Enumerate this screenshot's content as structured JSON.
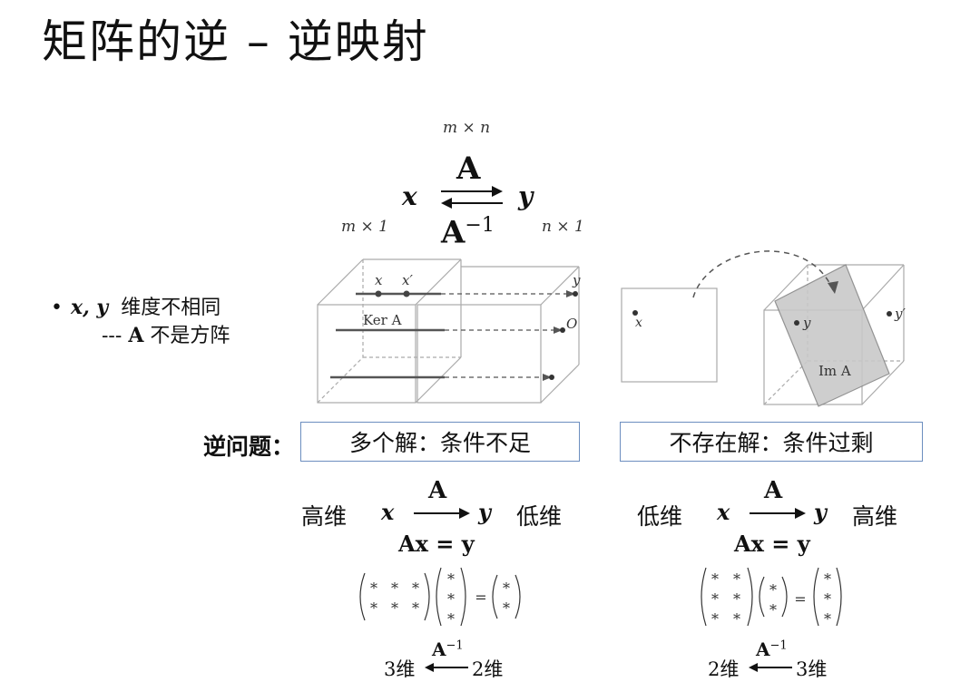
{
  "title": "矩阵的逆 – 逆映射",
  "mapping": {
    "dims_top": "m × n",
    "forward": "A",
    "inverse": "A",
    "inverse_sup": "−1",
    "x": "x",
    "y": "y",
    "dim_x": "m × 1",
    "dim_y": "n × 1"
  },
  "bullet": {
    "vars": "x, y",
    "line1": "维度不相同",
    "dashes": "---",
    "mat": "A",
    "line2": "不是方阵"
  },
  "figure_left": {
    "x": "x",
    "x_prime": "x′",
    "y": "y",
    "ker": "Ker A",
    "origin": "O"
  },
  "figure_right": {
    "x": "x",
    "y": "y",
    "y_prime": "y′",
    "im": "Im A"
  },
  "inverse_problem": {
    "label": "逆问题：",
    "left_box": "多个解：条件不足",
    "right_box": "不存在解：条件过剩"
  },
  "left_case": {
    "from_dim": "高维",
    "to_dim": "低维",
    "arrow_label": "A",
    "x": "x",
    "y": "y",
    "equation": "Ax = y",
    "star": "*",
    "equals": "=",
    "inv_from": "3维",
    "inv_to": "2维",
    "inv_label": "A",
    "inv_sup": "−1"
  },
  "right_case": {
    "from_dim": "低维",
    "to_dim": "高维",
    "arrow_label": "A",
    "x": "x",
    "y": "y",
    "equation": "Ax = y",
    "star": "*",
    "equals": "=",
    "inv_from": "2维",
    "inv_to": "3维",
    "inv_label": "A",
    "inv_sup": "−1"
  }
}
